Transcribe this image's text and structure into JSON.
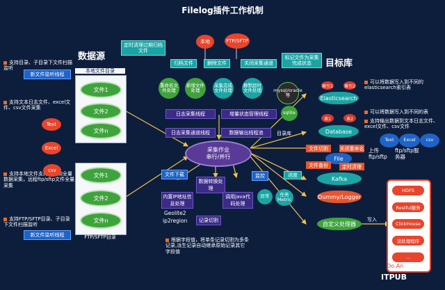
{
  "title": "Filelog插件工作机制",
  "source_label": "数据源",
  "target_label": "目标库",
  "local_dir": {
    "title": "本地文件目录",
    "files": [
      "文件1",
      "文件2",
      "文件n"
    ],
    "listener_thread": "新文件监听线程"
  },
  "ftp_dir": {
    "title": "FTP/SFTP目录",
    "files": [
      "文件1",
      "文件2",
      "文件n"
    ],
    "listener_thread": "新文件监听线程"
  },
  "left_notes": {
    "note1": "支持目录、子目录下文件扫描监听",
    "note2": "支持文本日志文件、excel文件、csv文件采集",
    "note3": "支持本地文件支持增量和全量数据采集，远程ftp/sftp文件全量采集",
    "note4": "支持FTP/SFTP目录、子目录下文件扫描监听"
  },
  "file_types_left": [
    "Text",
    "Excel",
    "csv"
  ],
  "top_boxes": {
    "timed_clean": "定时清理过期归档文件",
    "archive": "归档文件",
    "delete": "删除文件",
    "close_channel": "关闭采集通道",
    "mark_done": "标记文件为采集完成状态",
    "local": "本地",
    "ftp_sftp": "FTP/SFTP"
  },
  "mid_circles": {
    "rename": "重命名文件处理",
    "new_file": "新增文件处理",
    "completed": "采集完成文件处理",
    "idle": "静默超时文件处理",
    "mysql": "mysql/oracle等",
    "sqlite": "sqlite"
  },
  "threads": {
    "log_collect": "日志采集线程",
    "incr_state": "增量状态管理线程",
    "log_collect2": "日志采集通道线程",
    "data_output": "数据输出线程池",
    "catalog": "目录库"
  },
  "core": {
    "job": "采集作业",
    "mode": "串行/并行"
  },
  "right_targets": {
    "es": "Elasticsearch",
    "es_index1": "索引1",
    "es_index2": "索引2",
    "es_note": "可以将数据写入到不同的elasticsearch索引表",
    "db": "Database",
    "db_table1": "表1",
    "db_table2": "表2",
    "db_note1": "可以将数据写入到不同的表",
    "db_note2": "支持输出数据到文本日志文件、excel文件、csv文件",
    "file_types": [
      "Text",
      "Excel",
      "csv"
    ],
    "file": "File",
    "file_cut": "文件切割",
    "file_backup": "文件备份",
    "close_rename": "关闭重命名",
    "timed_cleanup": "定时清理",
    "upload": "上传ftp/sftp",
    "ftp_server": "ftp/sftp服务器",
    "kafka": "Kafka",
    "dummy": "Dummy/Logger",
    "custom": "自定义处理器",
    "write": "写入",
    "sinks": [
      "HDFS",
      "Restful服务",
      "ClickHouse",
      "流处理程序",
      "..."
    ]
  },
  "monitor": {
    "label": "监控",
    "progress": "进度",
    "exception": "异常",
    "metrics": "任务Metric"
  },
  "processing": {
    "file_download": "文件下载",
    "transform": "数据转换处理",
    "geo": "内置IP地址信息处理",
    "geolite": "Geolite2",
    "ip2region": "ip2region",
    "java": "调用java代码处理",
    "record_cut": "记录切割"
  },
  "bottom_note": "根据字段值，将单条记录切割为多条记录,派生记录自动继承原始记录其它字段值",
  "watermark": "Do An",
  "brand": "ITPUB"
}
